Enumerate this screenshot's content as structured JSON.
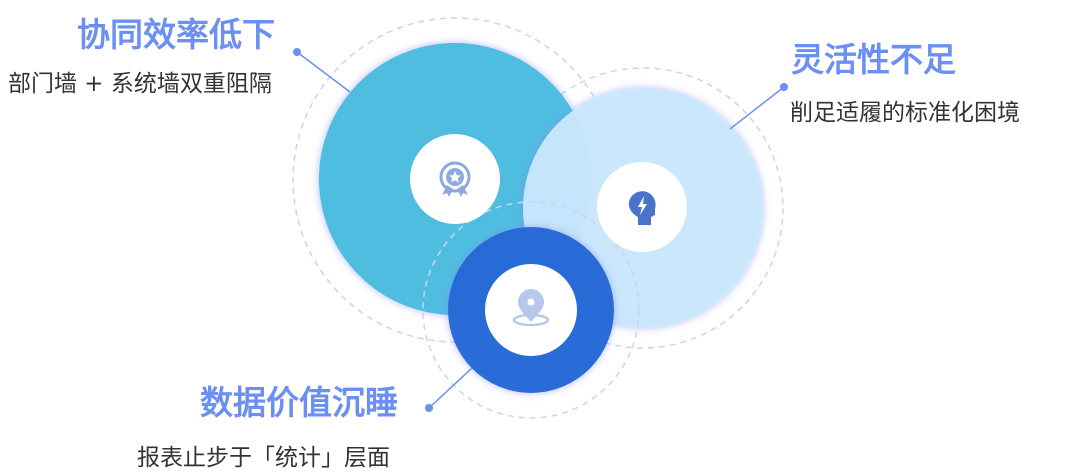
{
  "colors": {
    "title": "#6b8ff5",
    "subtitle": "#333333",
    "circle_teal": "#4fbde0",
    "circle_light": "#cfeafc",
    "ring_blue": "#2a6fd8",
    "icon": "#8ea8e0",
    "dashed": "#c9d3f5"
  },
  "items": [
    {
      "title": "协同效率低下",
      "subtitle": "部门墙 + 系统墙双重阻隔",
      "icon": "award-medal-icon"
    },
    {
      "title": "灵活性不足",
      "subtitle": "削足适履的标准化困境",
      "icon": "head-lightning-icon"
    },
    {
      "title": "数据价值沉睡",
      "subtitle": "报表止步于「统计」层面",
      "icon": "location-pin-icon"
    }
  ]
}
